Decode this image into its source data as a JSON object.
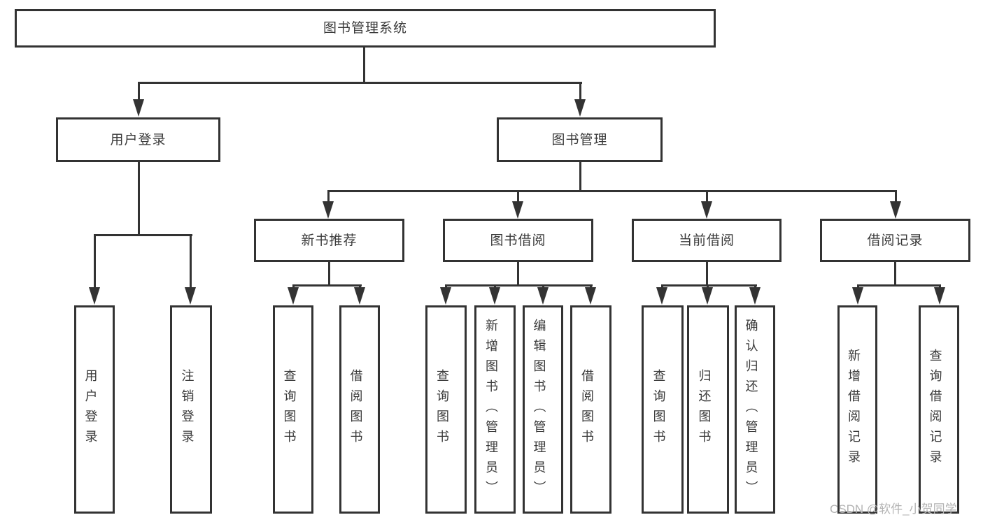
{
  "title": "图书管理系统",
  "watermark": "CSDN @软件_小贺同学",
  "colors": {
    "line": "#333333",
    "text": "#3a3a3a",
    "watermark": "#b3b3b3",
    "background": "#ffffff"
  },
  "tree": {
    "root": "图书管理系统",
    "branches": [
      {
        "label": "用户登录",
        "children": [
          "用户登录",
          "注销登录"
        ]
      },
      {
        "label": "图书管理",
        "children": [
          {
            "label": "新书推荐",
            "children": [
              "查询图书",
              "借阅图书"
            ]
          },
          {
            "label": "图书借阅",
            "children": [
              "查询图书",
              "新增图书（管理员）",
              "编辑图书（管理员）",
              "借阅图书"
            ]
          },
          {
            "label": "当前借阅",
            "children": [
              "查询图书",
              "归还图书",
              "确认归还（管理员）"
            ]
          },
          {
            "label": "借阅记录",
            "children": [
              "新增借阅记录",
              "查询借阅记录"
            ]
          }
        ]
      }
    ]
  }
}
